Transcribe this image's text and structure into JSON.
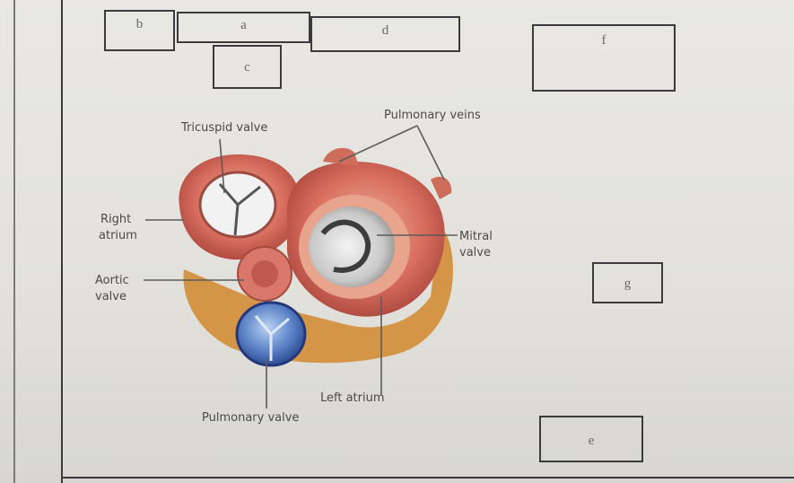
{
  "answer_boxes": {
    "a": "a",
    "b": "b",
    "c_top": "c",
    "d": "d",
    "f": "f",
    "g": "g",
    "e": "e"
  },
  "labels": {
    "tricuspid_valve": "Tricuspid valve",
    "pulmonary_veins": "Pulmonary veins",
    "right_atrium_1": "Right",
    "right_atrium_2": "atrium",
    "mitral_valve_1": "Mitral",
    "mitral_valve_2": "valve",
    "aortic_valve_1": "Aortic",
    "aortic_valve_2": "valve",
    "left_atrium": "Left atrium",
    "pulmonary_valve": "Pulmonary valve"
  },
  "colors": {
    "heart_tissue": "#c7574c",
    "heart_light": "#e39a85",
    "fat": "#d59a45",
    "pulmonary_valve": "#5d84c8",
    "paper": "#e6e5e0"
  }
}
